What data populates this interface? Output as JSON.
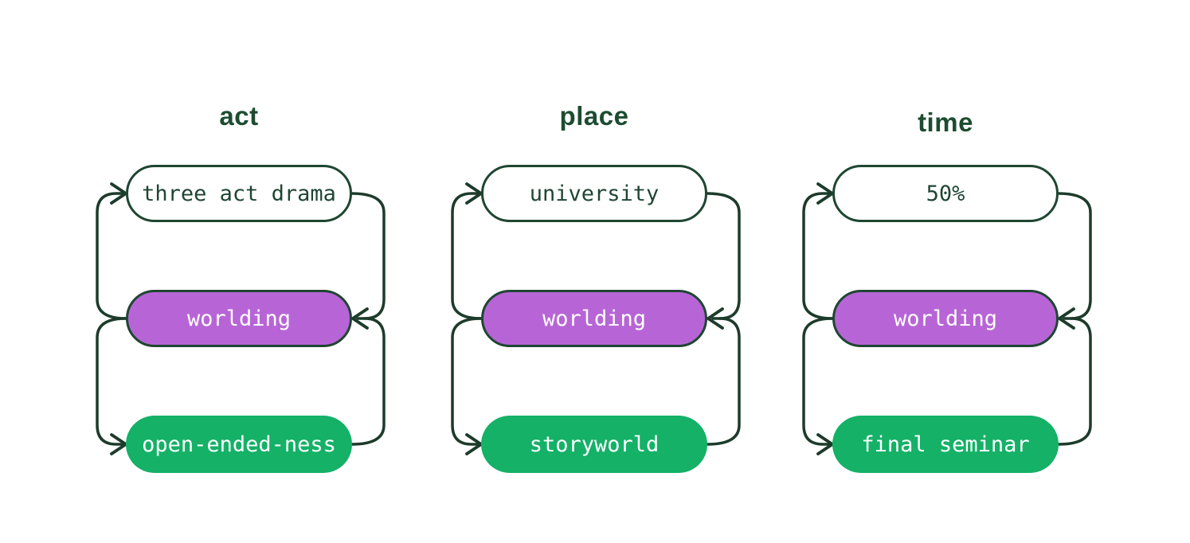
{
  "diagram": {
    "background": "#ffffff",
    "colors": {
      "line": "#1d3b2b",
      "node_border": "#1f4632",
      "heading_text": "#1d4c31",
      "outline_node_text": "#1f4632",
      "purple_fill": "#b765d6",
      "green_fill": "#14b167",
      "filled_node_text": "#ffffff"
    },
    "columns": [
      {
        "title": "act",
        "nodes": [
          {
            "label": "three act drama",
            "variant": "outline"
          },
          {
            "label": "worlding",
            "variant": "purple"
          },
          {
            "label": "open-ended-ness",
            "variant": "green"
          }
        ]
      },
      {
        "title": "place",
        "nodes": [
          {
            "label": "university",
            "variant": "outline"
          },
          {
            "label": "worlding",
            "variant": "purple"
          },
          {
            "label": "storyworld",
            "variant": "green"
          }
        ]
      },
      {
        "title": "time",
        "nodes": [
          {
            "label": "50%",
            "variant": "outline"
          },
          {
            "label": "worlding",
            "variant": "purple"
          },
          {
            "label": "final seminar",
            "variant": "green"
          }
        ]
      }
    ]
  }
}
